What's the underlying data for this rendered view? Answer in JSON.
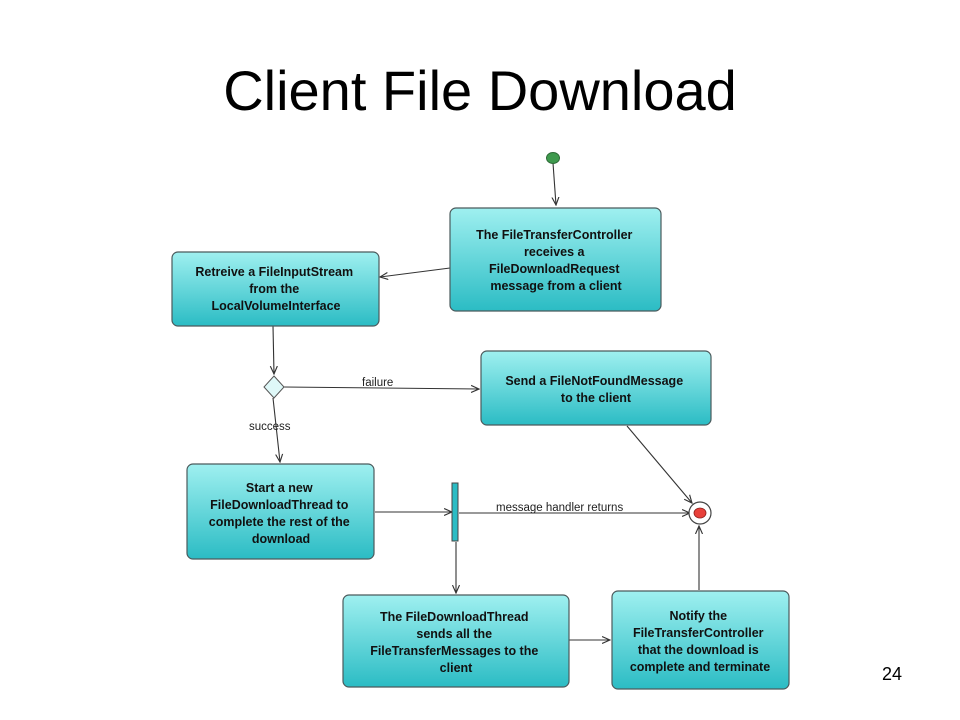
{
  "slide": {
    "title": "Client File Download",
    "page_number": "24"
  },
  "colors": {
    "node_top": "#9ff0f0",
    "node_bottom": "#2bbcc4",
    "node_stroke": "#4b5a5c",
    "start_fill": "#3f9a4e",
    "end_fill": "#e8403a",
    "edge": "#333333"
  },
  "nodes": {
    "controller_receives": [
      "The FileTransferController",
      "receives a",
      "FileDownloadRequest",
      "message from a client"
    ],
    "retrieve_stream": [
      "Retreive a FileInputStream",
      "from the",
      "LocalVolumeInterface"
    ],
    "send_not_found": [
      "Send a FileNotFoundMessage",
      "to the client"
    ],
    "start_thread": [
      "Start a new",
      "FileDownloadThread to",
      "complete the rest of the",
      "download"
    ],
    "thread_sends": [
      "The FileDownloadThread",
      "sends all the",
      "FileTransferMessages to the",
      "client"
    ],
    "notify_controller": [
      "Notify the",
      "FileTransferController",
      "that the download is",
      "complete and terminate"
    ]
  },
  "edge_labels": {
    "failure": "failure",
    "success": "success",
    "handler_returns": "message handler returns"
  }
}
